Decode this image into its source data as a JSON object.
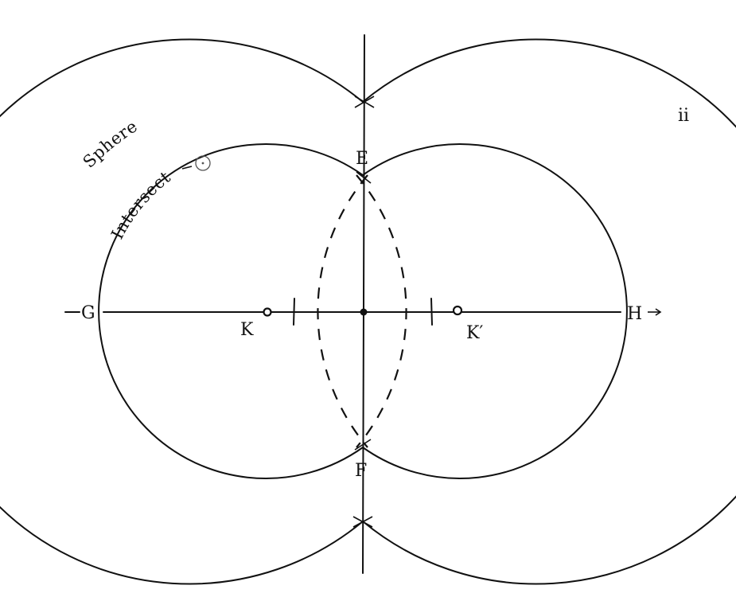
{
  "figure": {
    "marker": "ii",
    "curve_labels": {
      "sphere": "Sphere",
      "intersect": "Intersect"
    },
    "points": {
      "E": "E",
      "F": "F",
      "G": "G",
      "H": "H",
      "K": "K",
      "K_prime": "K′"
    }
  }
}
